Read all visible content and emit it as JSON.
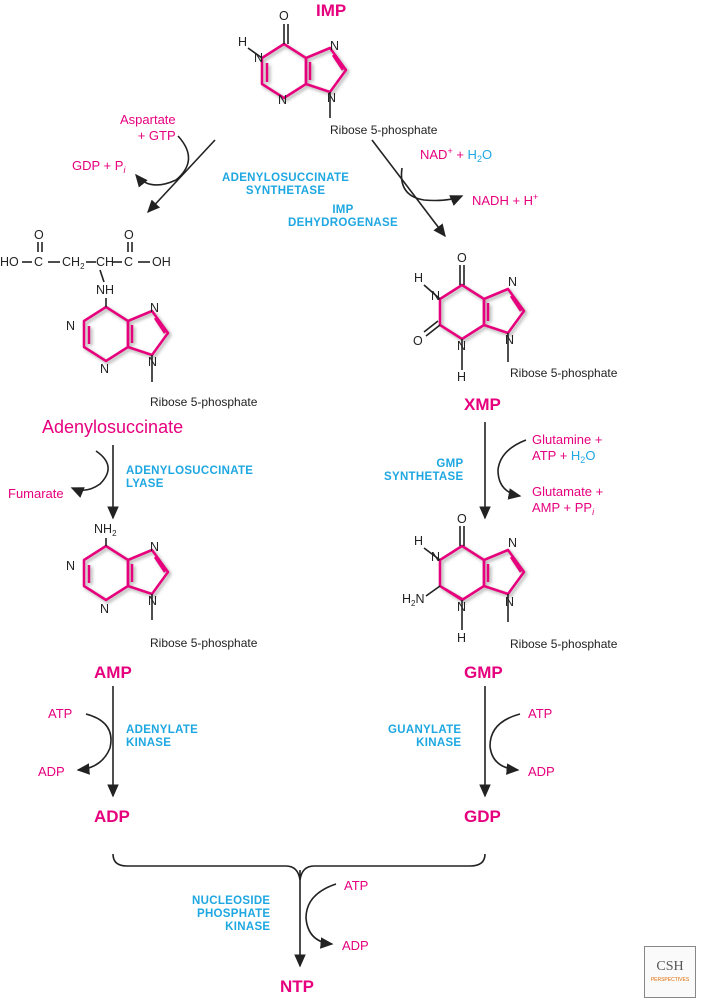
{
  "compounds": {
    "imp": "IMP",
    "adenylosuccinate": "Adenylosuccinate",
    "xmp": "XMP",
    "amp": "AMP",
    "gmp": "GMP",
    "adp": "ADP",
    "gdp": "GDP",
    "ntp": "NTP"
  },
  "ribose": "Ribose 5-phosphate",
  "enzymes": {
    "adenylosuccinate_synthetase": [
      "ADENYLOSUCCINATE",
      "SYNTHETASE"
    ],
    "imp_dehydrogenase": [
      "IMP",
      "DEHYDROGENASE"
    ],
    "adenylosuccinate_lyase": [
      "ADENYLOSUCCINATE",
      "LYASE"
    ],
    "gmp_synthetase": [
      "GMP",
      "SYNTHETASE"
    ],
    "adenylate_kinase": [
      "ADENYLATE",
      "KINASE"
    ],
    "guanylate_kinase": [
      "GUANYLATE",
      "KINASE"
    ],
    "nucleoside_phosphate_kinase": [
      "NUCLEOSIDE",
      "PHOSPHATE",
      "KINASE"
    ]
  },
  "metabolites": {
    "aspartate": "Aspartate",
    "plus_gtp": "+ GTP",
    "gdp_pi": "GDP + P",
    "pi_sub": "i",
    "nad": "NAD",
    "nad_sup": "+",
    "plus": " + ",
    "h2o_h": "H",
    "h2o_2": "2",
    "h2o_o": "O",
    "nadh": "NADH + H",
    "nadh_sup": "+",
    "fumarate": "Fumarate",
    "glutamine": "Glutamine +",
    "atp_plus": "ATP + ",
    "glutamate": "Glutamate +",
    "amp_ppi": "AMP + PP",
    "ppi_sub": "i",
    "atp": "ATP",
    "adp": "ADP"
  },
  "atoms": {
    "H": "H",
    "N": "N",
    "O": "O",
    "HO": "HO",
    "OH": "OH",
    "C": "C",
    "CH": "CH",
    "CH2": "CH",
    "sub2": "2",
    "NH": "NH",
    "NH2": "NH",
    "H2N": "H",
    "H2N_N": "N"
  },
  "logo": {
    "text": "CSH",
    "sub": "PERSPECTIVES"
  },
  "colors": {
    "magenta": "#e6007e",
    "blue": "#1ea7e1",
    "arrow": "#222222"
  }
}
